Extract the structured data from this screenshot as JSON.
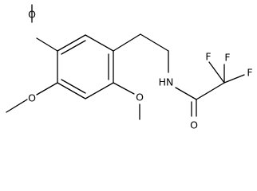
{
  "molecule": {
    "atom_labels": {
      "o_top": "O",
      "o_left": "O",
      "o_right": "O",
      "nh": "HN",
      "o_carbonyl": "O",
      "f_left": "F",
      "f_top": "F",
      "f_right": "F"
    },
    "colors": {
      "bond": "#000000",
      "text": "#000000",
      "background": "#ffffff"
    }
  }
}
